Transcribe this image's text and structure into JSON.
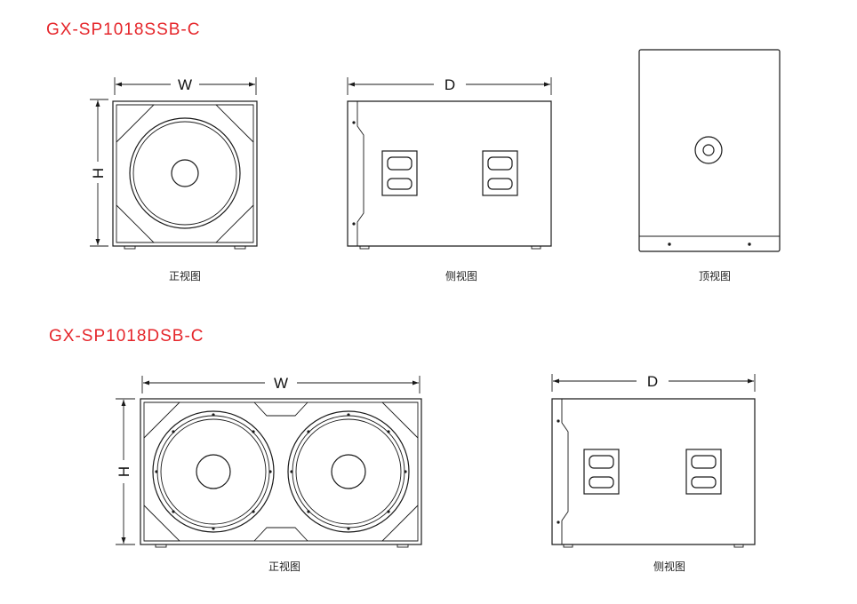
{
  "colors": {
    "title": "#e5252a",
    "line": "#1a1a1a"
  },
  "models": [
    {
      "title": "GX-SP1018SSB-C",
      "front": {
        "caption": "正视图",
        "width_label": "W",
        "height_label": "H"
      },
      "side": {
        "caption": "侧视图",
        "depth_label": "D"
      },
      "top": {
        "caption": "顶视图"
      }
    },
    {
      "title": "GX-SP1018DSB-C",
      "front": {
        "caption": "正视图",
        "width_label": "W",
        "height_label": "H"
      },
      "side": {
        "caption": "侧视图",
        "depth_label": "D"
      }
    }
  ]
}
